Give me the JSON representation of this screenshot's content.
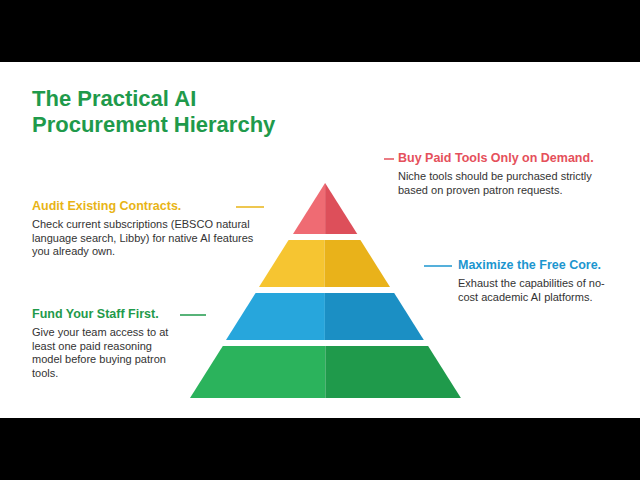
{
  "diagram": {
    "title": "The Practical AI Procurement Hierarchy",
    "nodes": [
      {
        "text": [
          "Buy Paid Tools Only on Demand.",
          "Niche tools should be purchased strictly based on proven patron requests."
        ]
      },
      {
        "text": [
          "Audit Existing Contracts.",
          "Check current subscriptions (EBSCO natural language search, Libby) for native AI features you already own."
        ]
      },
      {
        "text": [
          "Maximize the Free Core.",
          "Exhaust the capabilities of no-cost academic AI platforms."
        ]
      },
      {
        "text": [
          "Fund Your Staff First.",
          "Give your team access to at least one paid reasoning model before buying patron tools."
        ]
      }
    ]
  }
}
